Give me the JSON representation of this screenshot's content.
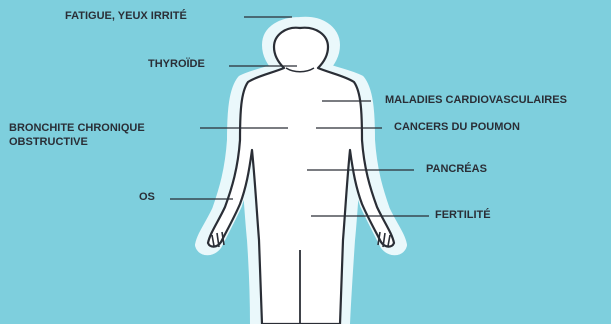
{
  "labels": {
    "fatigue": "FATIGUE, YEUX IRRITÉ",
    "thyroide": "THYROÏDE",
    "bronchite_line1": "BRONCHITE CHRONIQUE",
    "bronchite_line2": "OBSTRUCTIVE",
    "os": "OS",
    "cardio": "MALADIES CARDIOVASCULAIRES",
    "cancers": "CANCERS DU POUMON",
    "pancreas": "PANCRÉAS",
    "fertilite": "FERTILITÉ"
  },
  "colors": {
    "background": "#7ecfdd",
    "body_fill": "#ffffff",
    "outline": "#2a2e36",
    "halo": "#e8f7fa"
  }
}
